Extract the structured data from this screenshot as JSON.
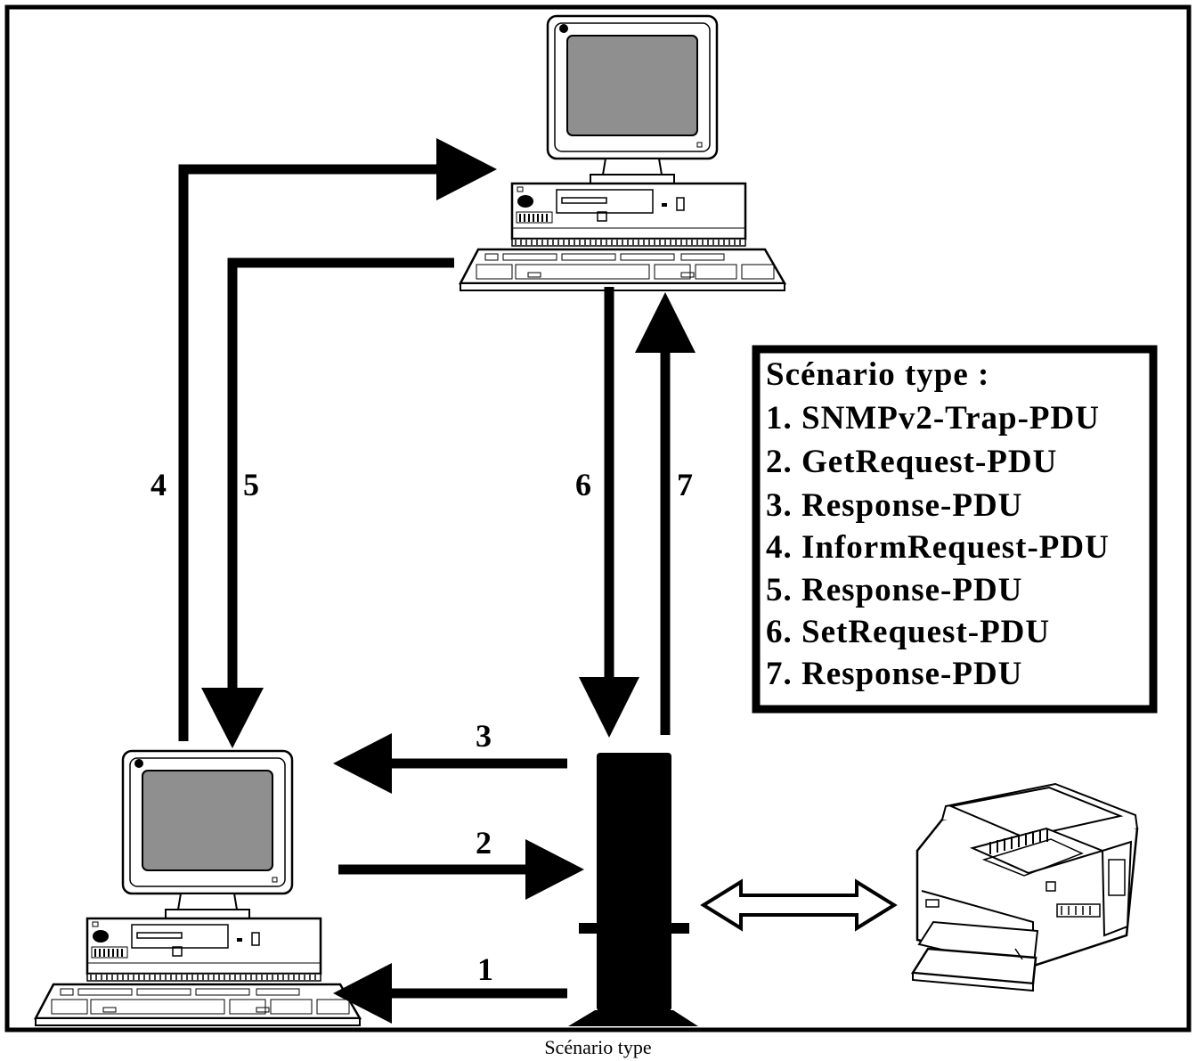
{
  "caption": "Scénario type",
  "legend": {
    "title": "Scénario type :",
    "items": [
      "1. SNMPv2-Trap-PDU",
      "2. GetRequest-PDU",
      "3. Response-PDU",
      "4. InformRequest-PDU",
      "5. Response-PDU",
      "6. SetRequest-PDU",
      "7. Response-PDU"
    ]
  },
  "steps": {
    "s1": "1",
    "s2": "2",
    "s3": "3",
    "s4": "4",
    "s5": "5",
    "s6": "6",
    "s7": "7"
  },
  "nodes": {
    "manager_top": "computer-icon",
    "manager_bottom": "computer-icon",
    "agent": "network-device-icon",
    "printer": "printer-icon"
  },
  "colors": {
    "ink": "#000000",
    "screen": "#8f8f8f",
    "paper": "#ffffff"
  }
}
